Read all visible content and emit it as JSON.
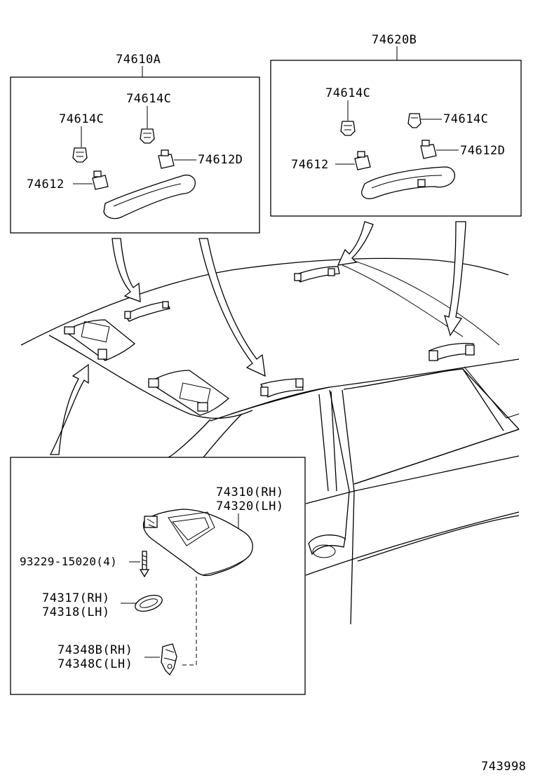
{
  "labels": {
    "group_a": "74610A",
    "group_b": "74620B",
    "a_74614c_top": "74614C",
    "a_74614c_left": "74614C",
    "a_74612d": "74612D",
    "a_74612": "74612",
    "b_74614c_left": "74614C",
    "b_74614c_right": "74614C",
    "b_74612d": "74612D",
    "b_74612": "74612",
    "visor_rh": "74310(RH)",
    "visor_lh": "74320(LH)",
    "screw": "93229-15020(4)",
    "cover_rh": "74317(RH)",
    "cover_lh": "74318(LH)",
    "holder_rh": "74348B(RH)",
    "holder_lh": "74348C(LH)",
    "figure_number": "743998"
  },
  "icons": {
    "assist_grip": "assist-grip-icon",
    "clip": "clip-icon",
    "plug": "plug-icon",
    "sun_visor": "sun-visor-icon",
    "screw": "screw-icon",
    "holder": "visor-holder-icon"
  }
}
